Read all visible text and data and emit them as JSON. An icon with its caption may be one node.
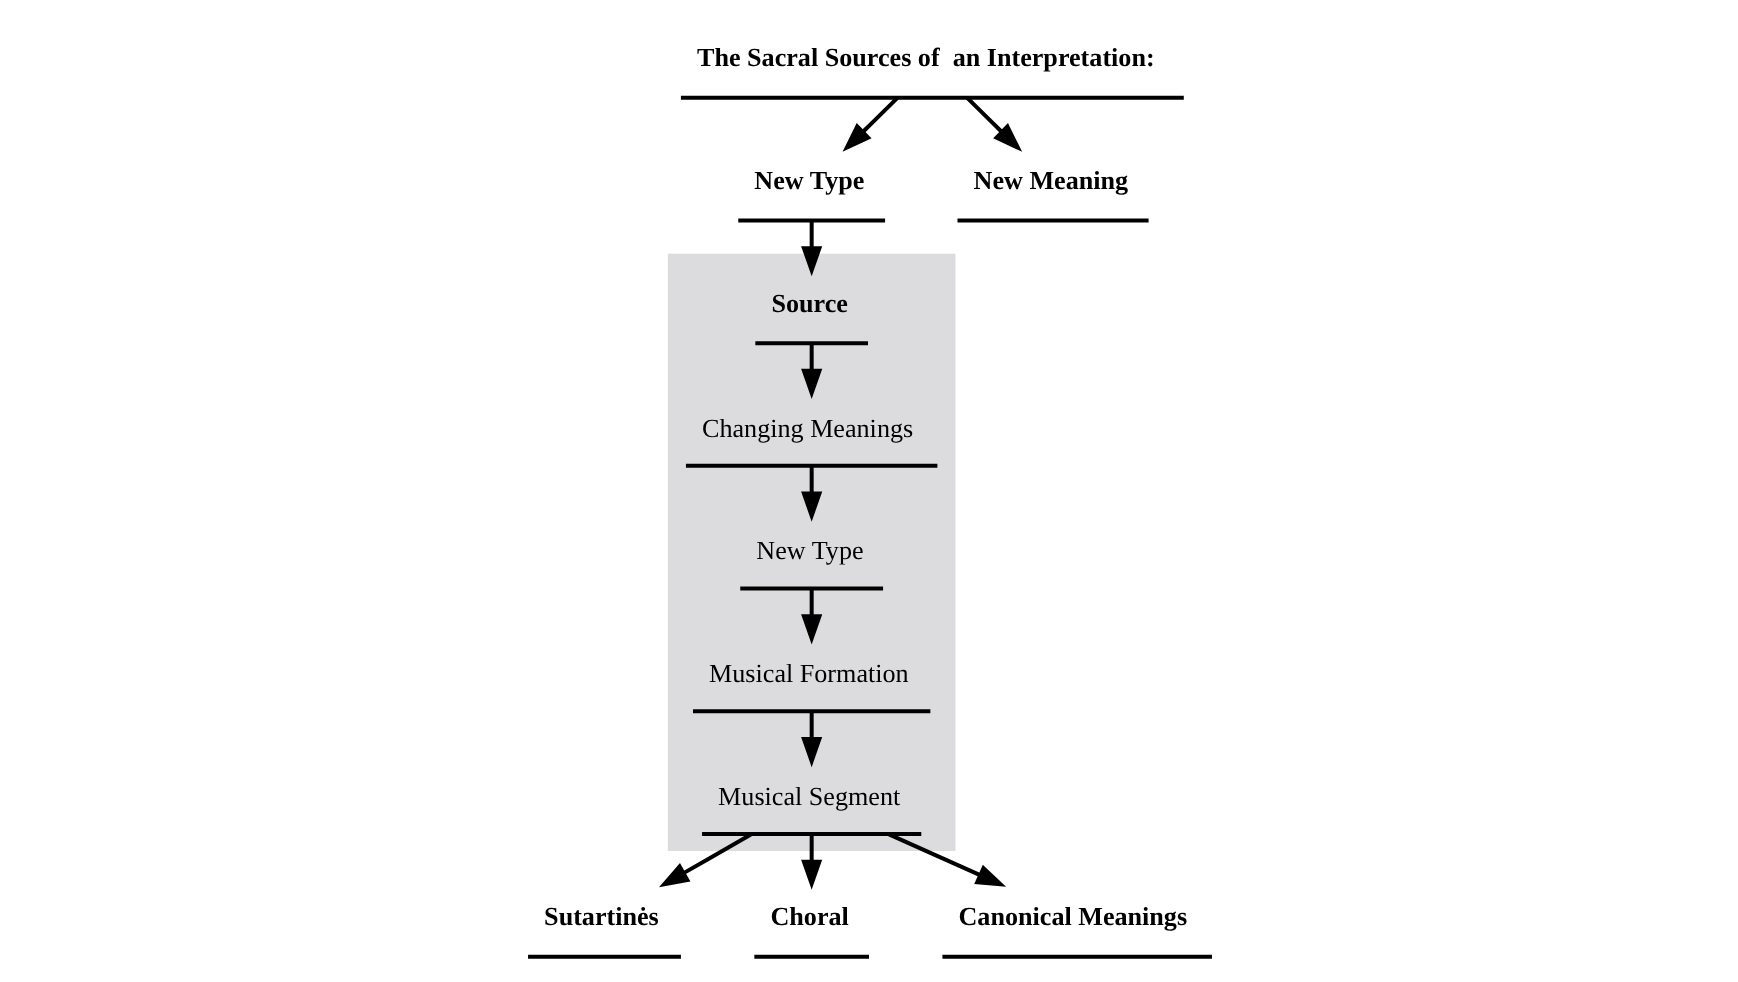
{
  "diagram": {
    "nodes": [
      {
        "text": [
          "The Sacral Sources of  an Interpretation:"
        ]
      },
      {
        "text": [
          "New Type"
        ]
      },
      {
        "text": [
          "New Meaning"
        ]
      },
      {
        "text": [],
        "shape": "band"
      },
      {
        "text": [
          "Source"
        ],
        "in": 3
      },
      {
        "text": [
          "Changing Meanings"
        ],
        "in": 3
      },
      {
        "text": [
          "New Type"
        ],
        "in": 3
      },
      {
        "text": [
          "Musical Formation"
        ],
        "in": 3
      },
      {
        "text": [
          "Musical Segment"
        ],
        "in": 3
      },
      {
        "text": [
          "Sutartinės"
        ]
      },
      {
        "text": [
          "Choral"
        ]
      },
      {
        "text": [
          "Canonical Meanings"
        ]
      }
    ],
    "edges": [
      {
        "from": 0,
        "to": 1,
        "arrow": "to"
      },
      {
        "from": 0,
        "to": 2,
        "arrow": "to"
      },
      {
        "from": 1,
        "to": 4,
        "arrow": "to"
      },
      {
        "from": 4,
        "to": 5,
        "arrow": "to"
      },
      {
        "from": 5,
        "to": 6,
        "arrow": "to"
      },
      {
        "from": 6,
        "to": 7,
        "arrow": "to"
      },
      {
        "from": 7,
        "to": 8,
        "arrow": "to"
      },
      {
        "from": 8,
        "to": 9,
        "arrow": "to"
      },
      {
        "from": 8,
        "to": 10,
        "arrow": "to"
      },
      {
        "from": 8,
        "to": 11,
        "arrow": "to"
      }
    ]
  }
}
